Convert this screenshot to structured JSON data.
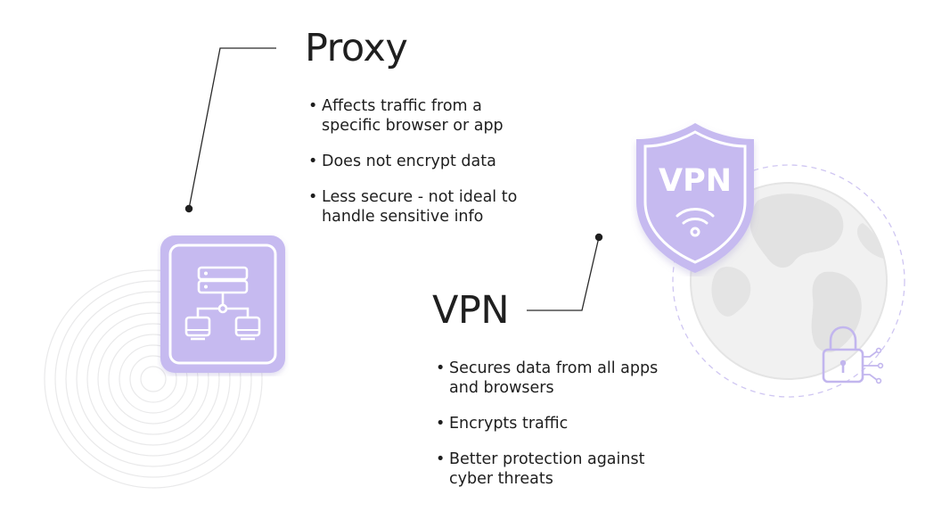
{
  "proxy": {
    "title": "Proxy",
    "bullets": [
      "Affects traffic from a specific browser or app",
      "Does not encrypt data",
      "Less secure - not ideal to handle sensitive info"
    ],
    "icon": "server-network-icon"
  },
  "vpn": {
    "title": "VPN",
    "bullets": [
      "Secures data from all apps and browsers",
      "Encrypts traffic",
      "Better protection against cyber threats"
    ],
    "shield_label": "VPN",
    "icons": [
      "vpn-shield-icon",
      "wifi-icon",
      "globe-icon",
      "lock-icon"
    ]
  },
  "colors": {
    "accent": "#c8bcee",
    "accent_border": "#b6a6e6",
    "heading": "#1f1f1f",
    "globe": "#ececec",
    "dashed_orbit": "#c9bff0"
  }
}
